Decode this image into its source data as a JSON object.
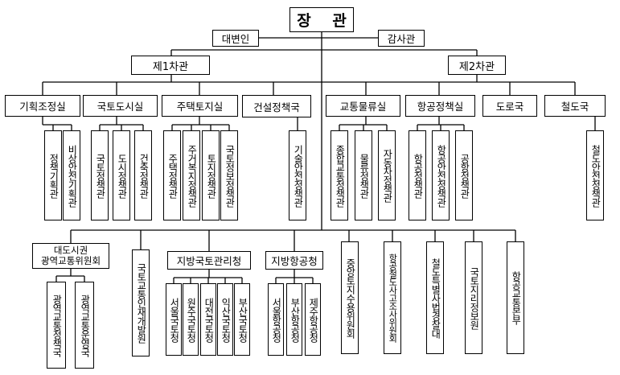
{
  "minister": "장 관",
  "spokesperson": "대변인",
  "auditor": "감사관",
  "vice1": {
    "title": "제1차관",
    "divisions": [
      {
        "name": "기획조정실",
        "units": [
          "정책기획관",
          "비상안전기획관"
        ]
      },
      {
        "name": "국토도시실",
        "units": [
          "국토정책관",
          "도시정책관",
          "건축정책관"
        ]
      },
      {
        "name": "주택토지실",
        "units": [
          "주택정책관",
          "주거복지정책관",
          "토지정책관",
          "국토정보정책관"
        ]
      },
      {
        "name": "건설정책국",
        "units": [
          "기술안전정책관"
        ]
      }
    ]
  },
  "vice2": {
    "title": "제2차관",
    "divisions": [
      {
        "name": "교통물류실",
        "units": [
          "종합교통정책관",
          "물류정책관",
          "자동차정책관"
        ]
      },
      {
        "name": "항공정책실",
        "units": [
          "항공정책관",
          "항공안전정책관",
          "공항정책관"
        ]
      },
      {
        "name": "도로국",
        "units": []
      },
      {
        "name": "철도국",
        "units": [
          "철도안전정책관"
        ]
      }
    ]
  },
  "affiliated": [
    {
      "name": "대도시권\n광역교통위원회",
      "units": [
        "광역교통정책국",
        "광역교통운영국"
      ]
    },
    {
      "name": "국토교통인재개발원",
      "units": []
    },
    {
      "name": "지방국토관리청",
      "units": [
        "서울국토청",
        "원주국토청",
        "대전국토청",
        "익산국토청",
        "부산국토청"
      ]
    },
    {
      "name": "지방항공청",
      "units": [
        "서울항공청",
        "부산항공청",
        "제주항공청"
      ]
    },
    {
      "name": "중앙토지수용위원회",
      "units": []
    },
    {
      "name": "항공철도사고조사위원회",
      "units": []
    },
    {
      "name": "철도특별사법경찰대",
      "units": []
    },
    {
      "name": "국토지리정보원",
      "units": []
    },
    {
      "name": "항공교통본부",
      "units": []
    }
  ]
}
